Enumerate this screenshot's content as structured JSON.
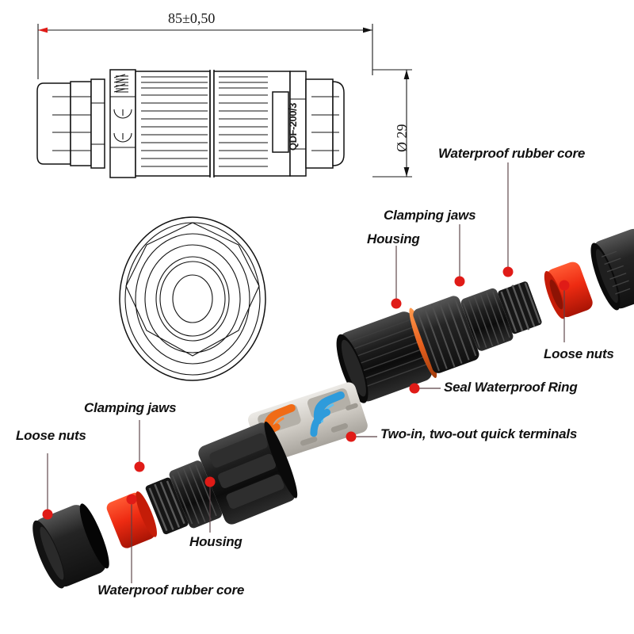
{
  "drawing": {
    "length_dimension": "85±0,50",
    "diameter_dimension": "Ø 29",
    "body_marking": "QDF-200/3"
  },
  "labels": {
    "waterproof_rubber_core_top": "Waterproof rubber core",
    "clamping_jaws_top": "Clamping jaws",
    "housing_top": "Housing",
    "loose_nuts_top": "Loose nuts",
    "seal_waterproof_ring": "Seal Waterproof Ring",
    "two_in_two_out": "Two-in, two-out quick terminals",
    "clamping_jaws_bottom": "Clamping jaws",
    "loose_nuts_bottom": "Loose nuts",
    "housing_bottom": "Housing",
    "waterproof_rubber_core_bottom": "Waterproof rubber core"
  },
  "colors": {
    "callout_dot": "#e01b17",
    "leader_line": "#5a4146",
    "rubber_core": "#ee2b12",
    "seal_ring": "#e8611f",
    "housing_black": "#141414",
    "terminal_body": "#cfcbc4",
    "lever_orange": "#f06b16",
    "lever_blue": "#2e9bdb",
    "drawing_line": "#111111",
    "background": "#ffffff"
  },
  "icons": {
    "dot": "callout-dot-icon",
    "arrow": "dimension-arrow-icon"
  }
}
